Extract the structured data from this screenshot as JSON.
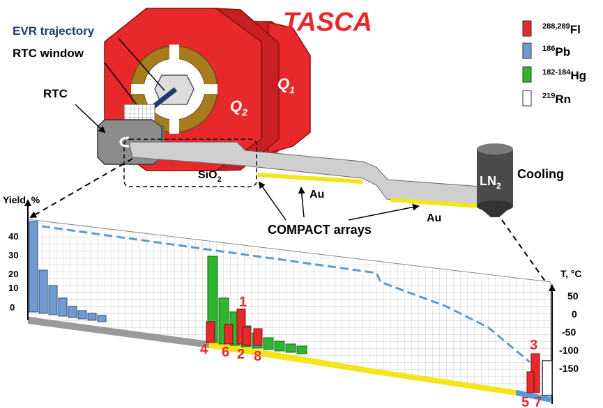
{
  "labels": {
    "title": "TASCA",
    "evr_trajectory": "EVR trajectory",
    "rtc_window": "RTC window",
    "rtc": "RTC",
    "q1_main": "Q",
    "q1_sub": "1",
    "q2_main": "Q",
    "q2_sub": "2",
    "sio2_main": "SiO",
    "sio2_sub": "2",
    "au_upper": "Au",
    "au_lower": "Au",
    "compact_arrays": "COMPACT arrays",
    "ln2_main": "LN",
    "ln2_sub": "2",
    "cooling": "Cooling",
    "yield_axis": "Yield, %",
    "temp_axis": "T, °C"
  },
  "legend": [
    {
      "mass": "288,289",
      "element": "Fl",
      "color": "#e8292b"
    },
    {
      "mass": "186",
      "element": "Pb",
      "color": "#6f9bd1"
    },
    {
      "mass": "182-184",
      "element": "Hg",
      "color": "#2fb52f"
    },
    {
      "mass": "219",
      "element": "Rn",
      "color": "#ffffff"
    }
  ],
  "yield_ticks": [
    "40",
    "30",
    "20",
    "10",
    "0"
  ],
  "temp_ticks": [
    "50",
    "0",
    "-50",
    "-100",
    "-150"
  ],
  "event_numbers": [
    "1",
    "2",
    "3",
    "4",
    "5",
    "6",
    "7",
    "8"
  ],
  "colors": {
    "magnet_red": "#e8292b",
    "coil_gold": "#a67c1e",
    "gold_strip": "#f4e41a",
    "temp_profile": "#5b9bd5",
    "accent_red": "#e8292b"
  }
}
